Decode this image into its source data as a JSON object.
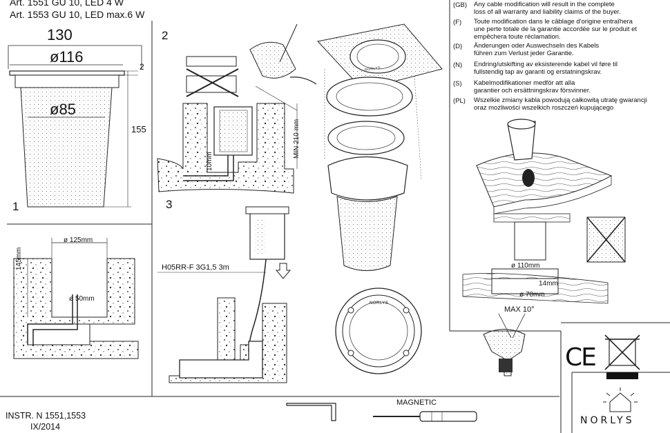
{
  "header": {
    "line1": "Art. 1551 GU 10, LED 4 W",
    "line2": "Art. 1553 GU 10, LED max.6 W"
  },
  "dimensions": {
    "top_width": "130",
    "flange_diameter": "ø116",
    "flange_thickness": "2",
    "body_diameter": "ø85",
    "height": "155"
  },
  "steps": {
    "s1": "1",
    "s2": "2",
    "s3": "3"
  },
  "hole": {
    "diameter": "ø 125mm",
    "depth": "145mm",
    "drain": "ø 50mm"
  },
  "install": {
    "min_depth": "MIN 210 mm",
    "cable_gap": "10mm",
    "cable_spec": "H05RR-F  3G1,5    3m"
  },
  "brand_label": "NORLYS",
  "wood_install": {
    "hole_outer": "ø 110mm",
    "thickness": "14mm",
    "hole_inner": "ø 78mm",
    "max_tilt": "MAX 10°"
  },
  "warnings": [
    {
      "code": "(GB)",
      "lines": [
        "Any cable modification will result in the complete",
        "loss of all warranty and liability claims of the buyer."
      ]
    },
    {
      "code": "(F)",
      "lines": [
        "Toute modification dans le câblage d'origine entraîhera",
        "une perte totale de la garantie accordée sur le produit et",
        "empêchera toute réclamation."
      ]
    },
    {
      "code": "(D)",
      "lines": [
        "Änderungen oder Auswechseln des Kabels",
        "führen zum Verlust jeder Garantie."
      ]
    },
    {
      "code": "(N)",
      "lines": [
        "Endring/utskifting av eksisterende kabel vil føre til",
        "fullstendig tap av garanti og erstatningskrav."
      ]
    },
    {
      "code": "(S)",
      "lines": [
        "Kabelmodifikationer medför att alla",
        "garantier och ersättningskrav försvinner."
      ]
    },
    {
      "code": "(PL)",
      "lines": [
        "Wszelkie zmiany kabla powodują całkowitą utratę gwarancji",
        "oraz  możliwości wszelkich roszczeń kupującego"
      ]
    }
  ],
  "tools": {
    "screwdriver_label": "MAGNETIC"
  },
  "marks": {
    "ce": "CE"
  },
  "footer": {
    "line1": "INSTR. N  1551,1553",
    "line2": "IX/2014"
  },
  "logo_text": "NORLYS"
}
